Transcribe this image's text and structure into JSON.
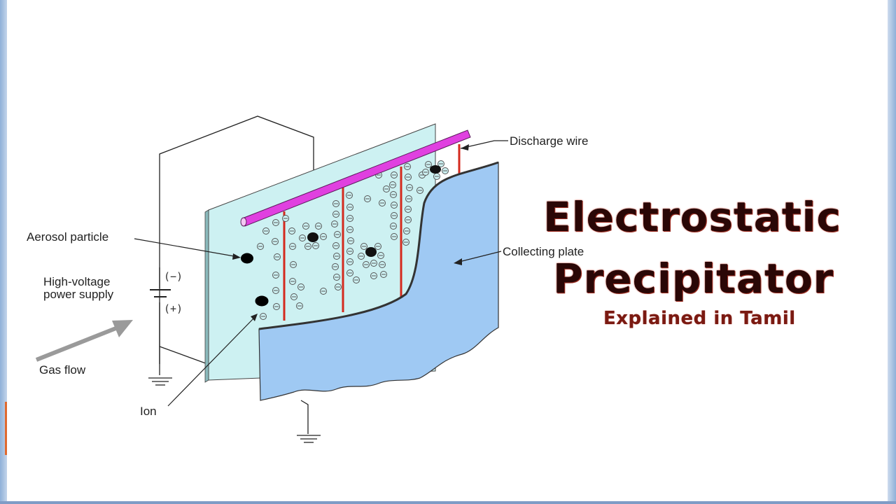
{
  "diagram": {
    "labels": {
      "discharge_wire": "Discharge wire",
      "aerosol_particle": "Aerosol particle",
      "hv_line1": "High-voltage",
      "hv_line2": "power supply",
      "minus": "(−)",
      "plus": "(+)",
      "gas_flow": "Gas flow",
      "collecting_plate": "Collecting plate",
      "ion": "Ion"
    },
    "colors": {
      "front_plate": "#cdf1f2",
      "collecting_plate": "#9fc9f3",
      "discharge_bar": "#e040e0",
      "wires": "#d42a1e"
    }
  },
  "title": {
    "line1": "Electrostatic",
    "line2": "Precipitator",
    "subtitle": "Explained in Tamil"
  }
}
